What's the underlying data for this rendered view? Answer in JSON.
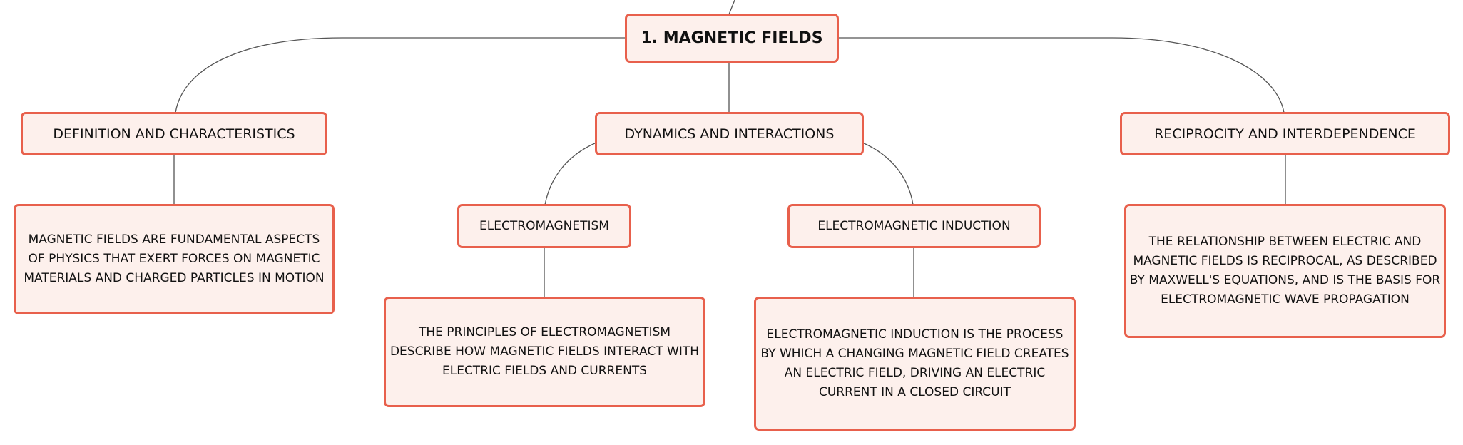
{
  "diagram": {
    "root": {
      "label": "1. MAGNETIC FIELDS"
    },
    "branches": [
      {
        "label": "DEFINITION AND CHARACTERISTICS",
        "description": "MAGNETIC FIELDS ARE FUNDAMENTAL ASPECTS OF PHYSICS THAT EXERT FORCES ON MAGNETIC MATERIALS AND CHARGED PARTICLES IN MOTION"
      },
      {
        "label": "DYNAMICS AND INTERACTIONS",
        "children": [
          {
            "label": "ELECTROMAGNETISM",
            "description": "THE PRINCIPLES OF ELECTROMAGNETISM DESCRIBE HOW MAGNETIC FIELDS INTERACT WITH ELECTRIC FIELDS AND CURRENTS"
          },
          {
            "label": "ELECTROMAGNETIC INDUCTION",
            "description": "ELECTROMAGNETIC INDUCTION IS THE PROCESS BY WHICH A CHANGING MAGNETIC FIELD CREATES AN ELECTRIC FIELD, DRIVING AN ELECTRIC CURRENT IN A CLOSED CIRCUIT"
          }
        ]
      },
      {
        "label": "RECIPROCITY AND INTERDEPENDENCE",
        "description": "THE RELATIONSHIP BETWEEN ELECTRIC AND MAGNETIC FIELDS IS RECIPROCAL, AS DESCRIBED BY MAXWELL'S EQUATIONS, AND IS THE BASIS FOR ELECTROMAGNETIC WAVE PROPAGATION"
      }
    ],
    "colors": {
      "border": "#e8604c",
      "fill": "#fdf0ec",
      "line": "#555555"
    }
  }
}
